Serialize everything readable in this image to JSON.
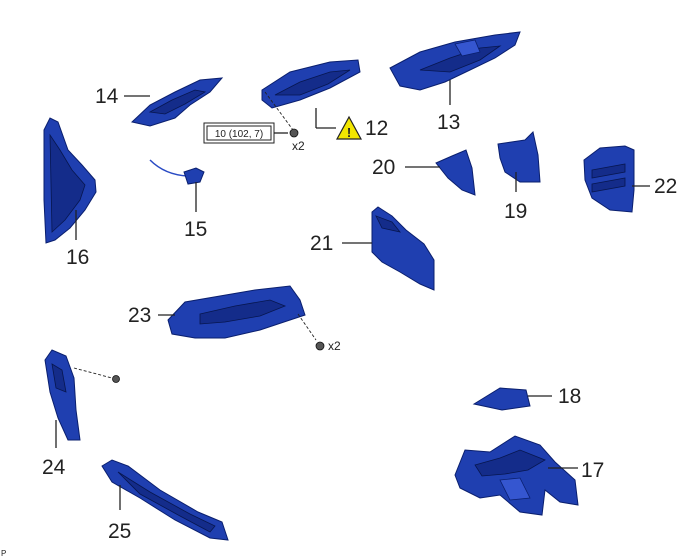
{
  "callouts": {
    "c12": "12",
    "c13": "13",
    "c14": "14",
    "c15": "15",
    "c16": "16",
    "c17": "17",
    "c18": "18",
    "c19": "19",
    "c20": "20",
    "c21": "21",
    "c22": "22",
    "c23": "23",
    "c24": "24",
    "c25": "25"
  },
  "torque_spec": "10 (102, 7)",
  "quantity_upper": "x2",
  "quantity_lower": "x2",
  "warning_symbol": "!",
  "corner_mark": "P",
  "colors": {
    "part_fill": "#1f3fb0",
    "warning_fill": "#f2e600"
  }
}
